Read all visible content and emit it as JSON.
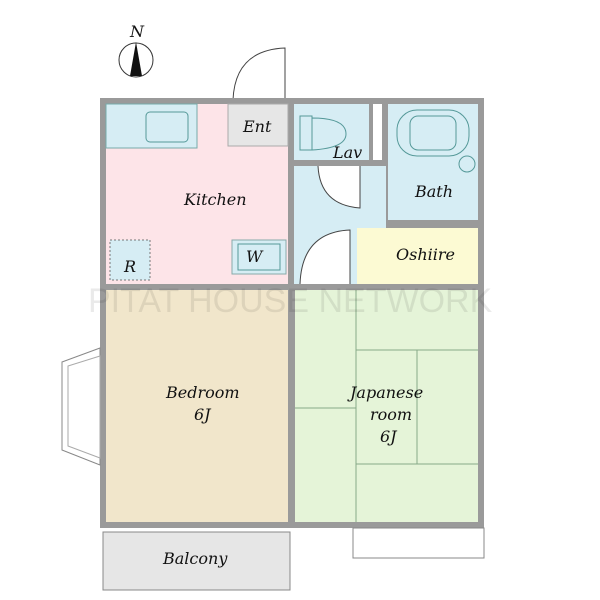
{
  "compass": {
    "label": "N"
  },
  "rooms": {
    "entrance": "Ent",
    "kitchen": "Kitchen",
    "lavatory": "Lav",
    "bath": "Bath",
    "oshiire": "Oshiire",
    "bedroom": "Bedroom",
    "bedroom_size": "6J",
    "japanese_room": "Japanese",
    "japanese_room_2": "room",
    "japanese_room_size": "6J",
    "balcony": "Balcony"
  },
  "fixtures": {
    "refrigerator": "R",
    "washer": "W"
  },
  "watermark": "PITAT HOUSE NETWORK",
  "colors": {
    "wall": "#9a9a9a",
    "kitchen": "#fde4e8",
    "wet": "#d6edf4",
    "bedroom": "#f1e6cb",
    "japanese": "#e5f4d8",
    "oshiire": "#fcfad3",
    "gray": "#e6e6e6"
  }
}
